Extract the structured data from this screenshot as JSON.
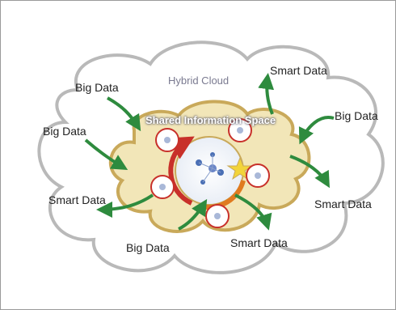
{
  "diagram": {
    "outer_cloud_label": "Hybrid Cloud",
    "inner_cloud_label": "Shared Information Space",
    "labels": {
      "big_data_top_left": "Big Data",
      "big_data_left": "Big Data",
      "big_data_right": "Big Data",
      "big_data_bottom": "Big Data",
      "smart_data_top_right": "Smart Data",
      "smart_data_left": "Smart Data",
      "smart_data_right": "Smart Data",
      "smart_data_bottom": "Smart Data"
    },
    "colors": {
      "outer_cloud_stroke": "#b9b9b9",
      "inner_cloud_fill": "#f2e6b8",
      "inner_cloud_stroke": "#c9a95a",
      "arrow": "#2e8b3e",
      "cycle_red": "#c8302a",
      "cycle_orange": "#e07a1f",
      "star": "#f2d43a"
    }
  }
}
